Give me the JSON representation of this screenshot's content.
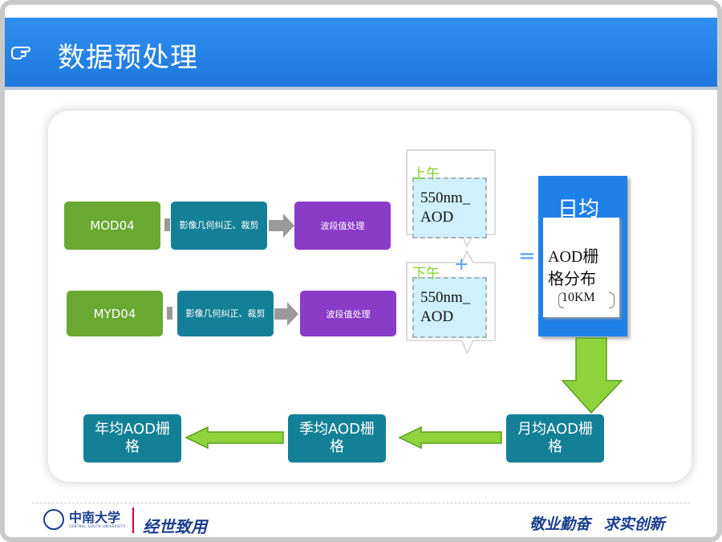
{
  "slide": {
    "title": "数据预处理",
    "hand_icon": "pointing-hand-icon"
  },
  "diagram": {
    "row1": {
      "source": "MOD04",
      "step1": "影像几何纠正、裁剪",
      "step2": "波段值处理"
    },
    "row2": {
      "source": "MYD04",
      "step1": "影像几何纠正、裁剪",
      "step2": "波段值处理"
    },
    "morning": {
      "label": "上午",
      "value_line1": "550nm_",
      "value_line2": "AOD"
    },
    "afternoon": {
      "label": "下午",
      "plus": "+",
      "value_line1": "550nm_",
      "value_line2": "AOD"
    },
    "equals": "=",
    "daily": {
      "title": "日均",
      "line1": "AOD栅",
      "line2": "格分布",
      "line3": "10KM"
    },
    "monthly": "月均AOD栅格",
    "seasonal": "季均AOD栅格",
    "yearly": "年均AOD栅格"
  },
  "footer": {
    "university": "中南大学",
    "university_en": "CENTRAL SOUTH UNIVERSITY",
    "motto_left": "经世致用",
    "motto_right": "敬业勤奋 求实创新"
  },
  "colors": {
    "header_blue": "#1f78dc",
    "source_green": "#6aa832",
    "process_teal": "#148097",
    "band_purple": "#8a3bc8",
    "daily_blue": "#1f80e8",
    "flow_arrow_green": "#8ed33c"
  }
}
